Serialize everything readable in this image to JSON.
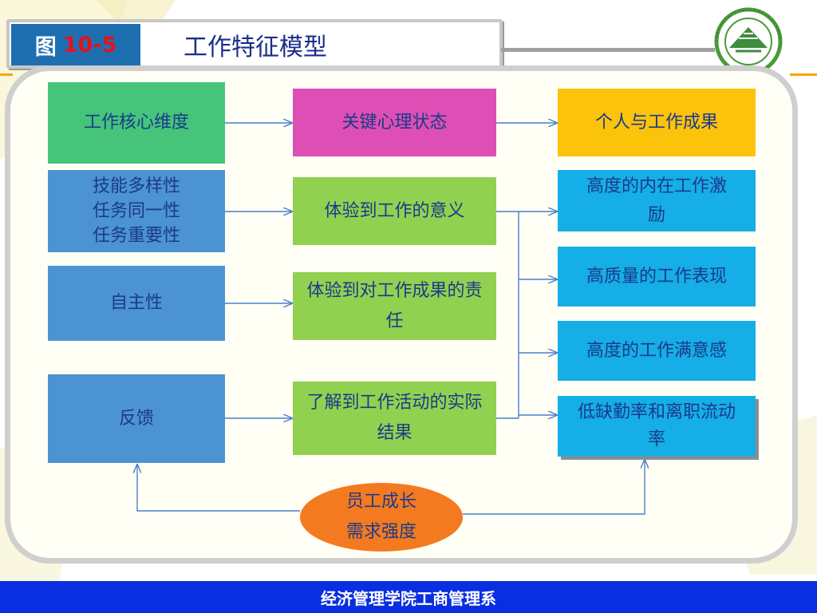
{
  "header": {
    "figure_prefix": "图",
    "figure_number": "10-5",
    "title": "工作特征模型"
  },
  "diagram": {
    "column_headers": {
      "core": "工作核心维度",
      "psych": "关键心理状态",
      "outcomes": "个人与工作成果"
    },
    "core_dimensions": {
      "skills_group": "技能多样性\n任务同一性\n任务重要性",
      "autonomy": "自主性",
      "feedback": "反馈"
    },
    "psych_states": {
      "meaningfulness": "体验到工作的意义",
      "responsibility": "体验到对工作成果的责任",
      "knowledge": "了解到工作活动的实际结果"
    },
    "outcomes": {
      "motivation": "高度的内在工作激励",
      "performance": "高质量的工作表现",
      "satisfaction": "高度的工作满意感",
      "turnover": "低缺勤率和离职流动率"
    },
    "moderator": "员工成长\n需求强度"
  },
  "footer": {
    "text": "经济管理学院工商管理系"
  },
  "colors": {
    "header_blue": "#1e6fb0",
    "figure_number_red": "#e8101a",
    "title_navy": "#1a2f8a",
    "text_navy": "#1a3a8a",
    "core_header_green": "#45c47a",
    "psych_header_magenta": "#de4fb5",
    "outcome_header_amber": "#fcc30b",
    "core_blue": "#4c93d2",
    "psych_lime": "#92d050",
    "outcome_cyan": "#15aee6",
    "moderator_orange": "#f47a20",
    "footer_blue": "#0a2fe0",
    "arrow_blue": "#4a7fc8"
  },
  "logo": {
    "icon": "university-emblem-icon"
  }
}
